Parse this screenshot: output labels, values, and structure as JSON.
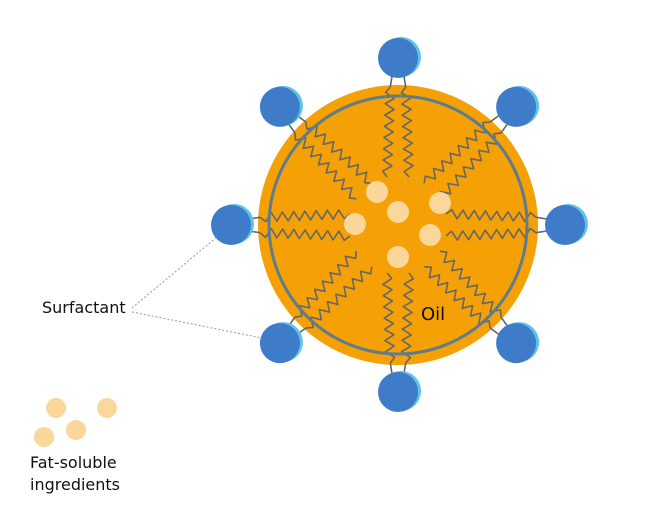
{
  "labels": {
    "surfactant": "Surfactant",
    "oil": "Oil",
    "fat_soluble_line1": "Fat-soluble",
    "fat_soluble_line2": "ingredients"
  },
  "colors": {
    "oil_droplet": "#F5A105",
    "membrane": "#5F7C8C",
    "surfactant_head": "#3E7BC8",
    "surfactant_head_highlight": "#5EC2EC",
    "surfactant_tail": "#666666",
    "ingredient_particle": "#FBD79B",
    "leader_line": "#9A9A9A"
  },
  "diagram": {
    "surfactant_head_count": 8,
    "inner_particle_count": 6,
    "legend_particle_count": 4
  }
}
